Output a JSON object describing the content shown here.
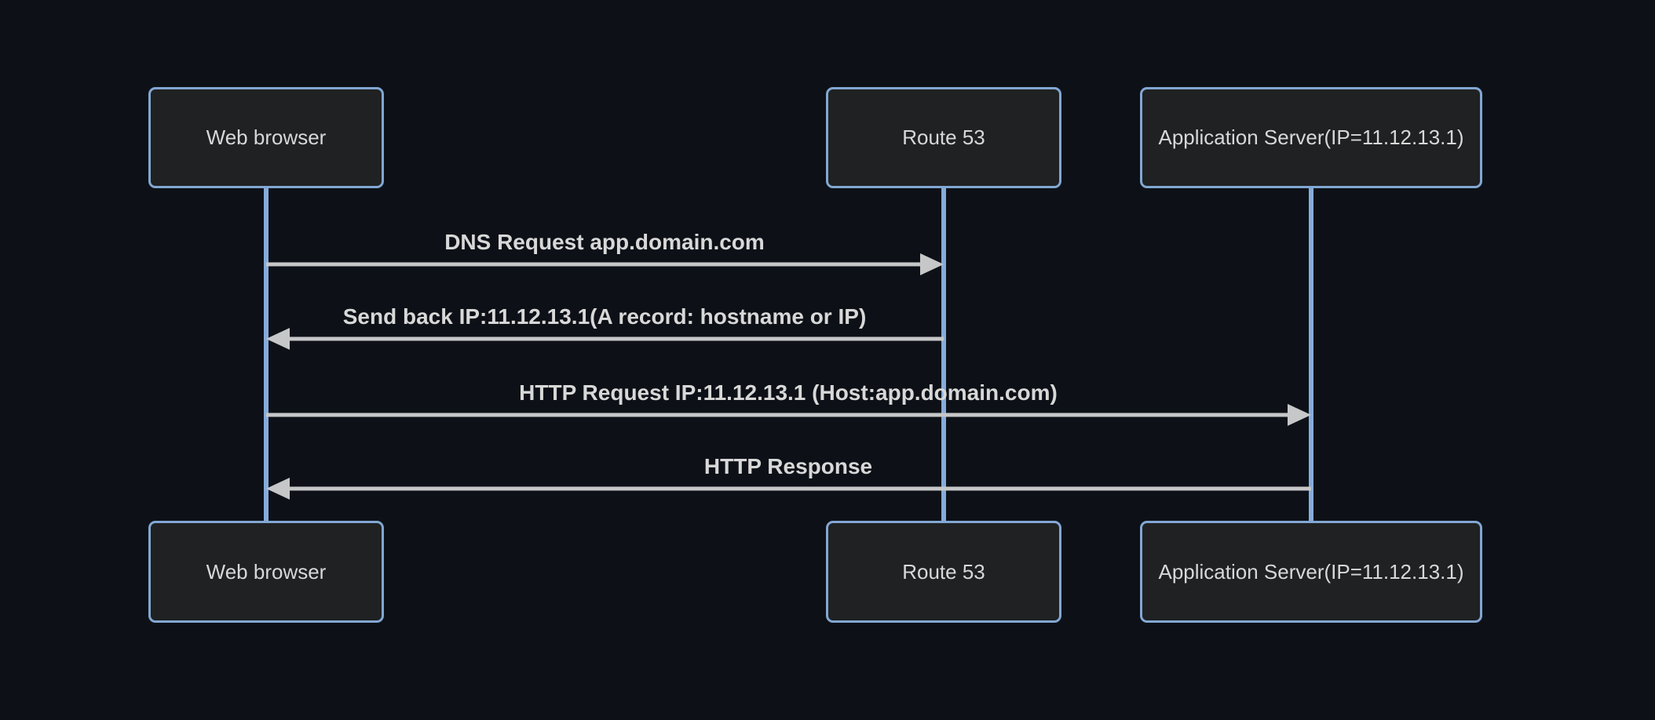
{
  "diagram": {
    "type": "sequence",
    "participants": [
      {
        "id": "web-browser",
        "label": "Web browser"
      },
      {
        "id": "route-53",
        "label": "Route 53"
      },
      {
        "id": "app-server",
        "label": "Application Server(IP=11.12.13.1)"
      }
    ],
    "messages": [
      {
        "from": "web-browser",
        "to": "route-53",
        "direction": "right",
        "label": "DNS Request app.domain.com"
      },
      {
        "from": "route-53",
        "to": "web-browser",
        "direction": "left",
        "label": "Send back IP:11.12.13.1(A record: hostname or IP)"
      },
      {
        "from": "web-browser",
        "to": "app-server",
        "direction": "right",
        "label": "HTTP Request IP:11.12.13.1 (Host:app.domain.com)"
      },
      {
        "from": "app-server",
        "to": "web-browser",
        "direction": "left",
        "label": "HTTP Response"
      }
    ],
    "colors": {
      "background": "#0d1117",
      "actor_fill": "#1f2122",
      "actor_border": "#82a7d3",
      "lifeline": "#86abdb",
      "arrow": "#c6c7c8",
      "text": "#d8d8d8"
    }
  }
}
